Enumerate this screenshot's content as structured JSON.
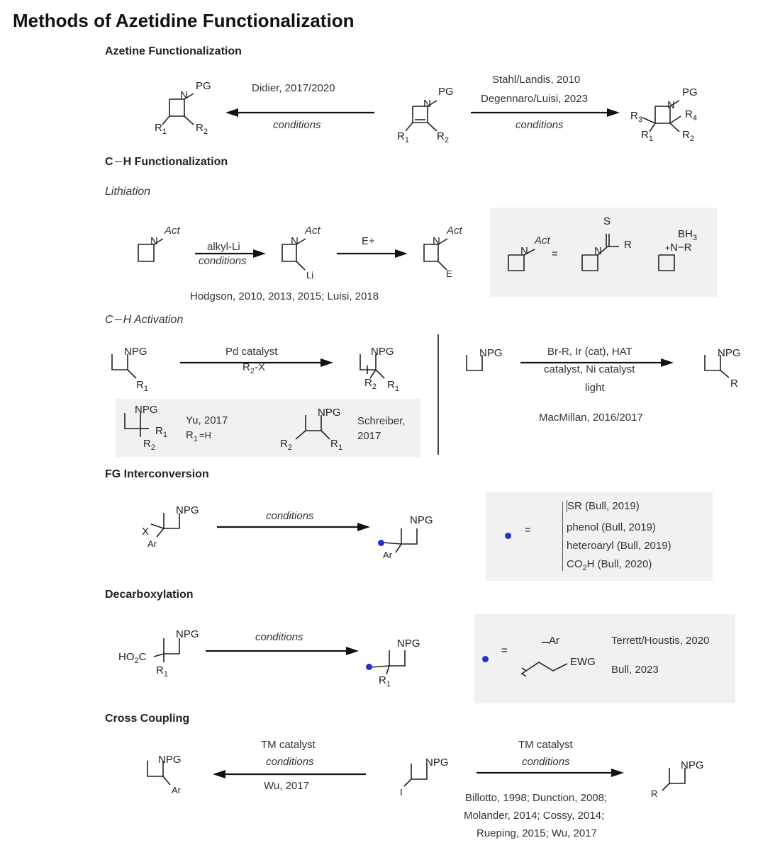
{
  "title": "Methods of Azetidine Functionalization",
  "colors": {
    "highlight_dot": "#2430d6",
    "panel_bg": "#f1f1f1"
  },
  "sections": {
    "azetine": {
      "heading": "Azetine Functionalization",
      "left_ref": "Didier, 2017/2020",
      "left_cond": "conditions",
      "right_ref1": "Stahl/Landis, 2010",
      "right_ref2": "Degennaro/Luisi, 2023",
      "right_cond": "conditions",
      "mol_left": {
        "pg": "PG",
        "n": "N",
        "r1": "R",
        "r2": "R",
        "s1": "1",
        "s2": "2"
      },
      "mol_mid": {
        "pg": "PG",
        "n": "N",
        "r1": "R",
        "r2": "R",
        "s1": "1",
        "s2": "2"
      },
      "mol_right": {
        "pg": "PG",
        "n": "N",
        "r1": "R",
        "r2": "R",
        "r3": "R",
        "r4": "R",
        "s1": "1",
        "s2": "2",
        "s3": "3",
        "s4": "4"
      }
    },
    "ch_func": {
      "heading_c": "C",
      "heading_rest": "H Functionalization",
      "lithiation": "Lithiation",
      "reagent1": "alkyl-Li",
      "cond1": "conditions",
      "reagent2": "E+",
      "refs": "Hodgson, 2010, 2013, 2015; Luisi, 2018",
      "act": "Act",
      "n": "N",
      "li": "Li",
      "e": "E",
      "eq": "=",
      "s": "S",
      "r": "R",
      "bh": "BH",
      "bh_sub": "3",
      "plus": "+",
      "minus": "−"
    },
    "ch_act": {
      "heading_c": "C",
      "heading_rest": "H Activation",
      "npg": "NPG",
      "reagent": "Pd catalyst",
      "r2x": "R",
      "r2x_sub": "2",
      "r2x_tail": "-X",
      "r": "R",
      "s1": "1",
      "s2": "2",
      "yu": "Yu, 2017",
      "yu_h": "=H",
      "schreiber": "Schreiber,",
      "schreiber_year": "2017",
      "right_reagent1": "Br-R, Ir (cat), HAT",
      "right_reagent2": "catalyst, Ni catalyst",
      "right_reagent3": "light",
      "macmillan": "MacMillan, 2016/2017"
    },
    "fg": {
      "heading": "FG Interconversion",
      "npg": "NPG",
      "x": "X",
      "ar": "Ar",
      "cond": "conditions",
      "eq": "=",
      "list": [
        "SR (Bull, 2019)",
        "phenol (Bull, 2019)",
        "heteroaryl (Bull, 2019)",
        "CO",
        "H (Bull, 2020)"
      ],
      "co2_sub": "2"
    },
    "decarb": {
      "heading": "Decarboxylation",
      "npg": "NPG",
      "ho2c": "HO",
      "ho2c_sub": "2",
      "ho2c_tail": "C",
      "r": "R",
      "s1": "1",
      "cond": "conditions",
      "eq": "=",
      "ar": "Ar",
      "ewg": "EWG",
      "ref1": "Terrett/Houstis, 2020",
      "ref2": "Bull, 2023"
    },
    "cross": {
      "heading": "Cross Coupling",
      "npg": "NPG",
      "ar": "Ar",
      "i": "I",
      "r": "R",
      "left_reagent1": "TM catalyst",
      "left_cond": "conditions",
      "left_ref": "Wu, 2017",
      "right_reagent1": "TM catalyst",
      "right_cond": "conditions",
      "right_ref1": "Billotto, 1998; Dunction, 2008;",
      "right_ref2": "Molander, 2014; Cossy, 2014;",
      "right_ref3": "Rueping, 2015; Wu, 2017"
    }
  }
}
